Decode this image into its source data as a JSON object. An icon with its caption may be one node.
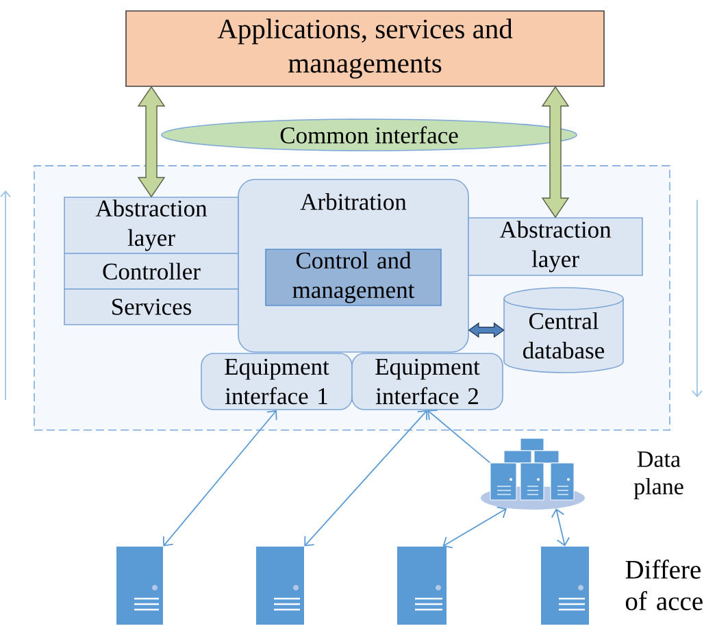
{
  "diagram": {
    "nodes": [
      {
        "text": [
          "Applications, services and managements"
        ]
      },
      {
        "text": [
          "Common interface"
        ]
      },
      {
        "text": [],
        "shape": "box"
      },
      {
        "text": [
          "Abstraction layer"
        ],
        "in": 2
      },
      {
        "text": [
          "Controller"
        ],
        "in": 2
      },
      {
        "text": [
          "Services"
        ],
        "in": 2
      },
      {
        "text": [
          "Arbitration"
        ],
        "in": 2
      },
      {
        "text": [
          "Control and management"
        ],
        "in": 6
      },
      {
        "text": [
          "Abstraction layer"
        ],
        "in": 2
      },
      {
        "text": [
          "Central database"
        ],
        "in": 2
      },
      {
        "text": [
          "Equipment interface 1"
        ],
        "in": 2
      },
      {
        "text": [
          "Equipment interface 2"
        ],
        "in": 2
      },
      {
        "text": [],
        "shape": "picture",
        "beside": [
          "Data plane"
        ]
      },
      {
        "text": [],
        "shape": "picture"
      },
      {
        "text": [],
        "shape": "picture"
      },
      {
        "text": [],
        "shape": "picture"
      },
      {
        "text": [],
        "shape": "picture"
      }
    ],
    "edges": [
      {
        "from": 0,
        "to": 3,
        "arrow": "both",
        "style": "thick",
        "color": "#c3d69b"
      },
      {
        "from": 0,
        "to": 8,
        "arrow": "both",
        "style": "thick",
        "color": "#c3d69b"
      },
      {
        "from": 6,
        "to": 9,
        "arrow": "both",
        "style": "thick",
        "color": "#4f81bd"
      },
      {
        "from": 10,
        "to": 13,
        "arrow": "both"
      },
      {
        "from": 11,
        "to": 14,
        "arrow": "both"
      },
      {
        "from": 12,
        "to": 11,
        "arrow": "to"
      },
      {
        "from": 12,
        "to": 15,
        "arrow": "both"
      },
      {
        "from": 12,
        "to": 16,
        "arrow": "both"
      }
    ],
    "labels": [
      "Differe of acce"
    ]
  }
}
